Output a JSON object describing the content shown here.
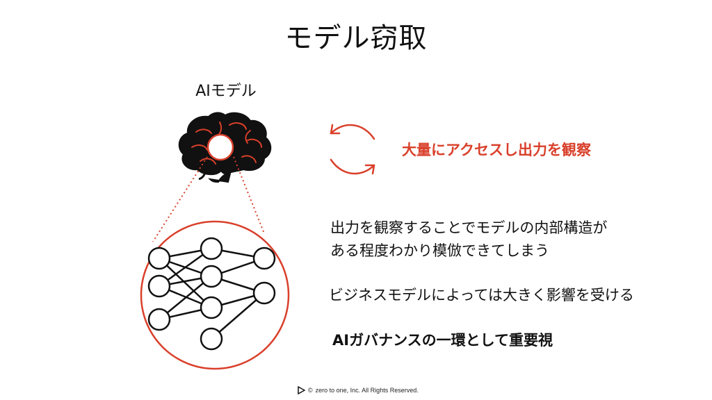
{
  "title": "モデル窃取",
  "model_label": "AIモデル",
  "access": "大量にアクセスし出力を観察",
  "description_lines": [
    "出力を観察することでモデルの内部構造が",
    "ある程度わかり模倣できてしまう"
  ],
  "impact": "ビジネスモデルによっては大きく影響を受ける",
  "governance": "AIガバナンスの一環として重要視",
  "footer": {
    "copyright": "©",
    "text": "zero to one, Inc. All Rights Reserved."
  },
  "colors": {
    "accent": "#d9402b",
    "text": "#111111"
  },
  "icons": [
    "brain-icon",
    "cycle-arrows-icon",
    "neural-network-icon",
    "play-logo-icon"
  ]
}
